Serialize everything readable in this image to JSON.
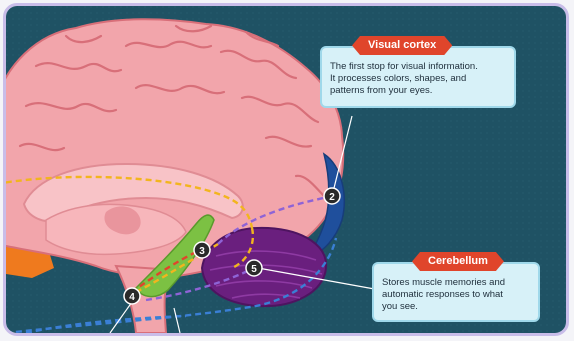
{
  "markers": [
    "2",
    "3",
    "4",
    "5"
  ],
  "callouts": [
    {
      "title": "Visual cortex",
      "lines": [
        "The first stop for visual information.",
        "It processes colors, shapes, and",
        "patterns from your eyes."
      ]
    },
    {
      "title": "Cerebellum",
      "lines": [
        "Stores muscle memories and",
        "automatic responses to what",
        "you see."
      ]
    }
  ],
  "colors": {
    "background": "#1f5264",
    "brain": "#f2a5ab",
    "brain_dark": "#d86f79",
    "visual_cortex": "#1f4f9c",
    "cerebellum": "#6a1f7e",
    "green_region": "#7cc143",
    "path_yellow": "#f2b51e",
    "path_red": "#e0452b",
    "path_purple": "#8e63d6",
    "path_blue": "#3a7fd5",
    "tag": "#e0452b",
    "frame": "#c9bde9"
  }
}
